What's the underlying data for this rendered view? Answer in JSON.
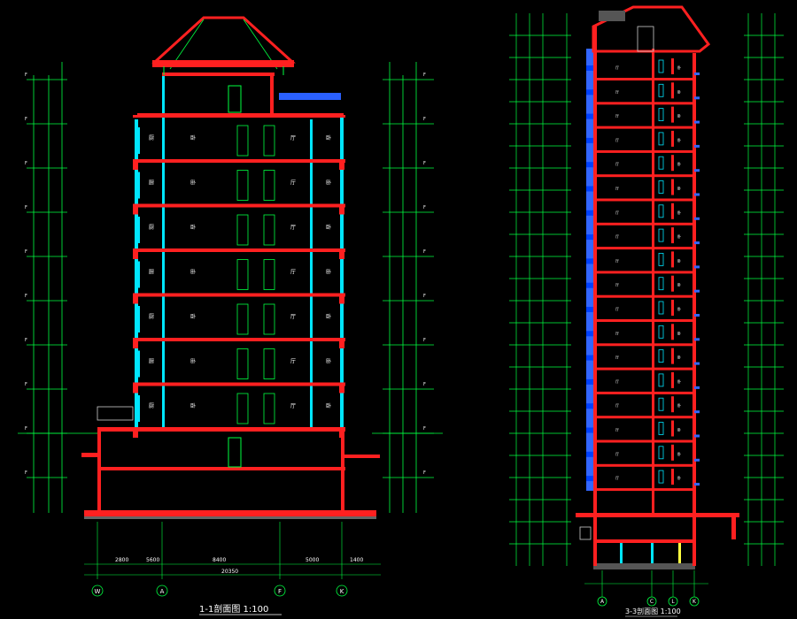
{
  "section_1": {
    "title": "1-1剖面图 1:100",
    "axis_labels": [
      "W",
      "A",
      "F",
      "K"
    ],
    "floor_tag": "F",
    "room_tags": [
      "厨",
      "卧",
      "厅",
      "卫"
    ],
    "dims_bottom": [
      "2800",
      "5600",
      "8400",
      "5000",
      "1400"
    ],
    "dim_total": "20350"
  },
  "section_3": {
    "title": "3-3剖面图 1:100",
    "axis_labels": [
      "A",
      "C",
      "L",
      "K"
    ],
    "room_tags": [
      "厅",
      "卧"
    ],
    "floors": 18
  },
  "colors": {
    "slab": "#ff2020",
    "wall": "#ff2020",
    "glass": "#00e5ff",
    "dim": "#00ff40",
    "text": "#ffffff",
    "window": "#ffff40"
  }
}
